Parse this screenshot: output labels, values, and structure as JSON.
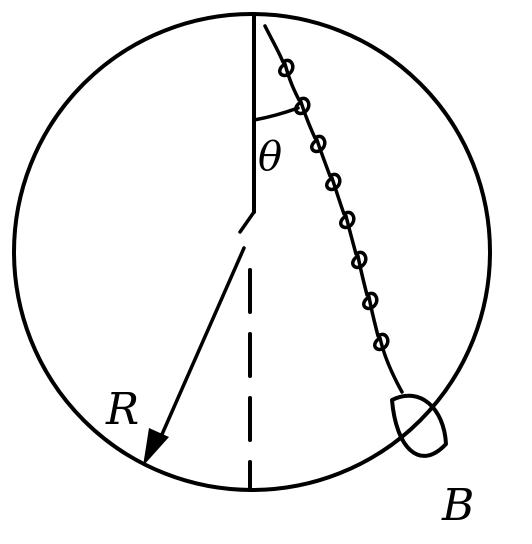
{
  "labels": {
    "theta": "θ",
    "radius": "R",
    "bead": "B"
  },
  "colors": {
    "ink": "#000000",
    "background": "#ffffff"
  }
}
